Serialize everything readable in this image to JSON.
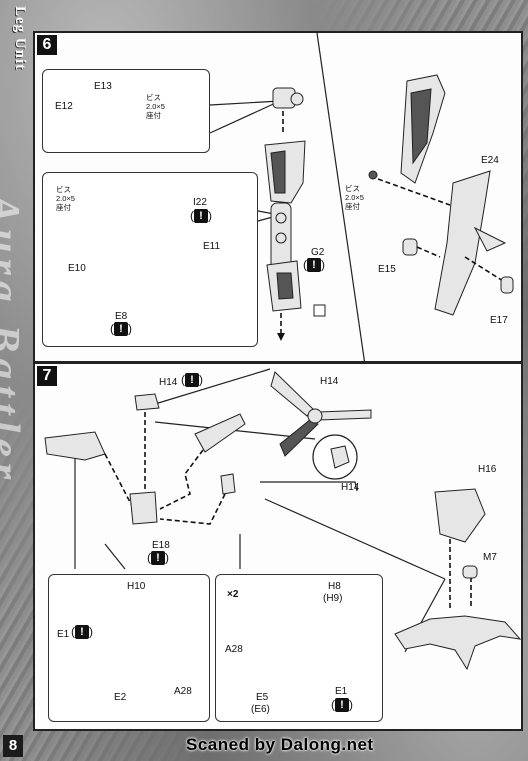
{
  "sidebar": {
    "title": "Leg Unit",
    "logo_text": "Aura Battler"
  },
  "footer": {
    "page_number": "8",
    "credit": "Scaned by Dalong.net"
  },
  "step6": {
    "number": "6",
    "labels": {
      "e13": "E13",
      "e12": "E12",
      "screw_a": "ビス",
      "screw_a_size": "2.0×5",
      "screw_a_note": "座付",
      "screw_b": "ビス",
      "screw_b_size": "2.0×5",
      "screw_b_note": "座付",
      "i22": "I22",
      "e11": "E11",
      "e10": "E10",
      "e8": "E8",
      "g2": "G2",
      "screw_c": "ビス",
      "screw_c_size": "2.0×5",
      "screw_c_note": "座付",
      "e24": "E24",
      "e15": "E15",
      "e17": "E17"
    }
  },
  "step7": {
    "number": "7",
    "labels": {
      "h14_top": "H14",
      "h14_detail": "H14",
      "h14_small": "H14",
      "e18": "E18",
      "h16": "H16",
      "m7": "M7",
      "h10": "H10",
      "e1_left": "E1",
      "e2": "E2",
      "a28_left": "A28",
      "x2": "×2",
      "h8": "H8",
      "h9": "(H9)",
      "a28_right": "A28",
      "e5": "E5",
      "e6": "(E6)",
      "e1_right": "E1"
    }
  },
  "warn_mark": "!"
}
